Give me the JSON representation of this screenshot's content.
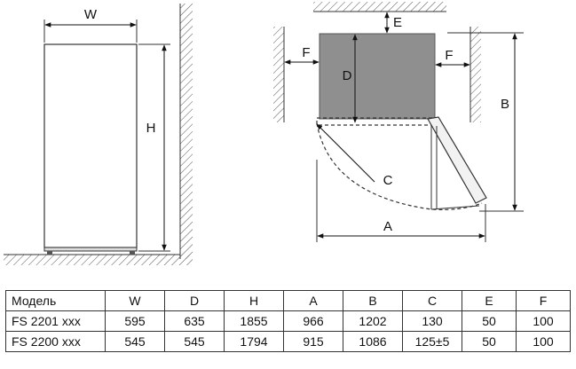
{
  "labels": {
    "width": "W",
    "height": "H",
    "depth": "D",
    "clearance_top": "E",
    "clearance_left": "F",
    "clearance_right": "F",
    "door_radius": "C",
    "total_depth_open": "A",
    "total_height": "B"
  },
  "table": {
    "headers": [
      "Модель",
      "W",
      "D",
      "H",
      "A",
      "B",
      "C",
      "E",
      "F"
    ],
    "rows": [
      [
        "FS 2201 xxx",
        "595",
        "635",
        "1855",
        "966",
        "1202",
        "130",
        "50",
        "100"
      ],
      [
        "FS 2200 xxx",
        "545",
        "545",
        "1794",
        "915",
        "1086",
        "125±5",
        "50",
        "100"
      ]
    ]
  }
}
